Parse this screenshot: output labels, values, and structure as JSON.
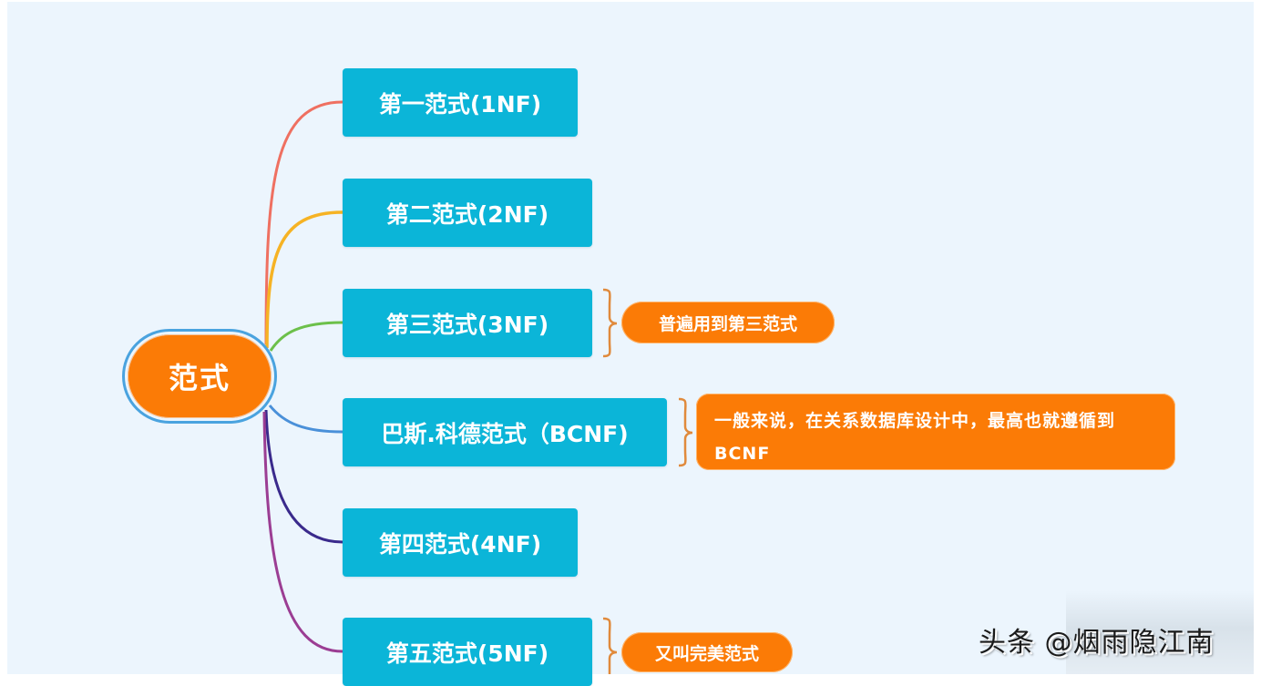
{
  "diagram": {
    "type": "mind-map",
    "root": {
      "label": "范式",
      "color": "#fb7b06",
      "border_color": "#4aa3df"
    },
    "branches": [
      {
        "label": "第一范式(1NF)",
        "link_color": "#ef7061",
        "note": null
      },
      {
        "label": "第二范式(2NF)",
        "link_color": "#f6b324",
        "note": null
      },
      {
        "label": "第三范式(3NF)",
        "link_color": "#6cc04a",
        "note": "普遍用到第三范式"
      },
      {
        "label": "巴斯.科德范式（BCNF)",
        "link_color": "#4a90d9",
        "note": "一般来说，在关系数据库设计中，最高也就遵循到BCNF"
      },
      {
        "label": "第四范式(4NF)",
        "link_color": "#3a2a8c",
        "note": null
      },
      {
        "label": "第五范式(5NF)",
        "link_color": "#9b3d93",
        "note": "又叫完美范式"
      }
    ],
    "node_color": "#0bb5d8",
    "note_color": "#fb7b06",
    "brace_color": "#e08a3c"
  },
  "watermark": {
    "text": "头条 @烟雨隐江南"
  }
}
